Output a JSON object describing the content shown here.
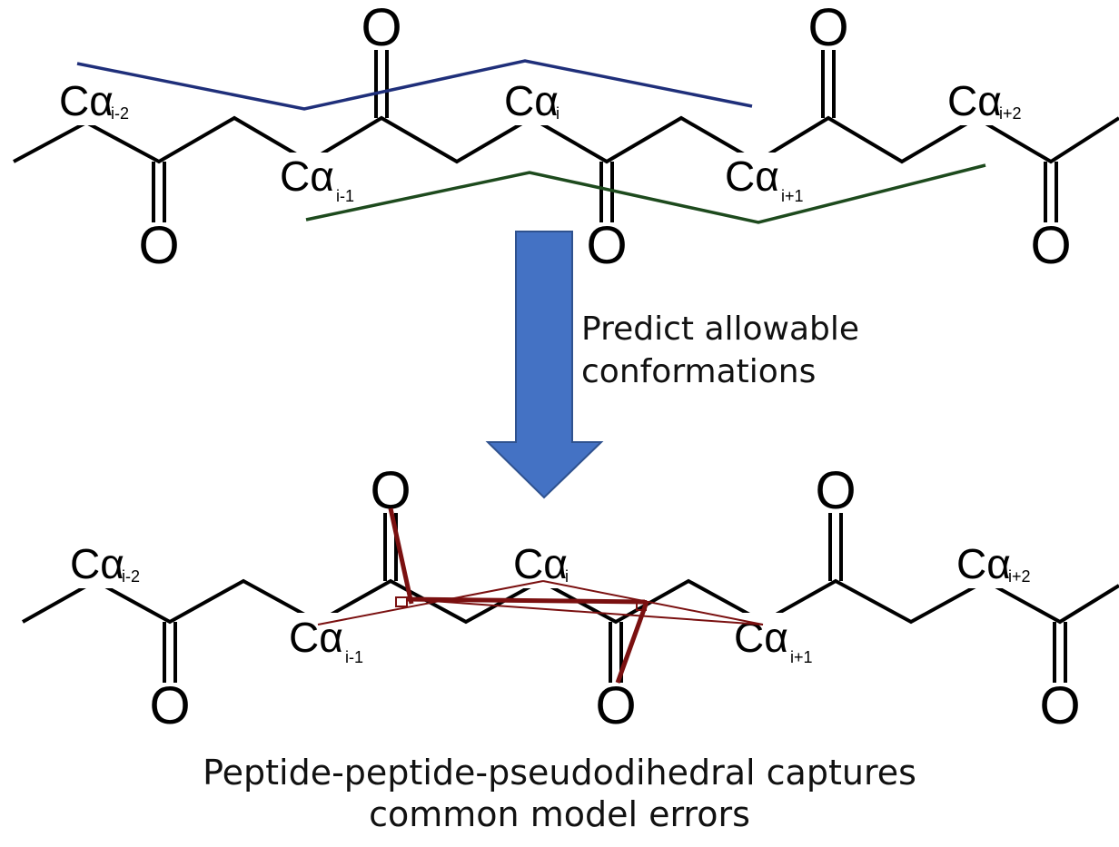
{
  "atoms": {
    "oxygen": "O",
    "calpha": "Cα",
    "sub_im2": "i-2",
    "sub_im1": "i-1",
    "sub_i": "i",
    "sub_ip1": "i+1",
    "sub_ip2": "i+2"
  },
  "arrow": {
    "label_line1": "Predict allowable",
    "label_line2": "conformations"
  },
  "caption": {
    "line1": "Peptide-peptide-pseudodihedral captures",
    "line2": "common model errors"
  },
  "colors": {
    "backbone": "#000000",
    "upper_plane": "#1f2f7a",
    "lower_plane": "#1d4a1d",
    "arrow_fill": "#4472c4",
    "arrow_stroke": "#2f528f",
    "error_lines": "#7a1010"
  }
}
